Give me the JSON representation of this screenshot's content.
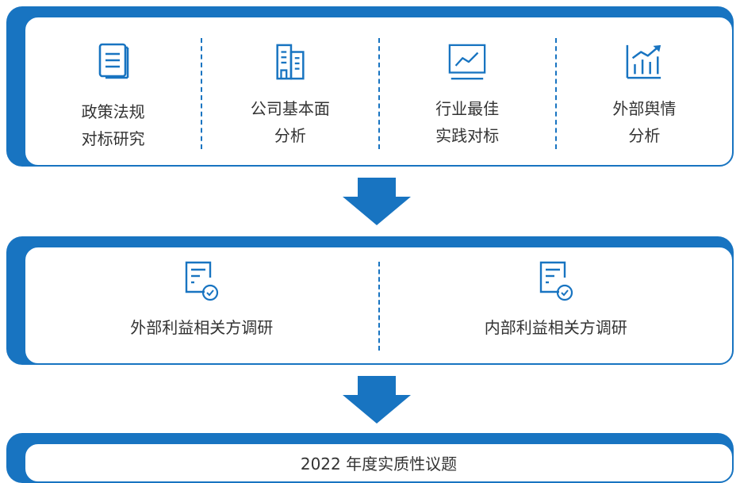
{
  "panel1": {
    "items": [
      {
        "icon": "document-list-icon",
        "line1": "政策法规",
        "line2": "对标研究"
      },
      {
        "icon": "building-icon",
        "line1": "公司基本面",
        "line2": "分析"
      },
      {
        "icon": "line-chart-icon",
        "line1": "行业最佳",
        "line2": "实践对标"
      },
      {
        "icon": "bar-chart-trend-icon",
        "line1": "外部舆情",
        "line2": "分析"
      }
    ]
  },
  "panel2": {
    "items": [
      {
        "icon": "checked-form-icon",
        "label": "外部利益相关方调研"
      },
      {
        "icon": "checked-form-icon",
        "label": "内部利益相关方调研"
      }
    ]
  },
  "panel3": {
    "label": "2022 年度实质性议题"
  },
  "colors": {
    "accent": "#1874c1",
    "text": "#333333",
    "background": "#ffffff"
  }
}
